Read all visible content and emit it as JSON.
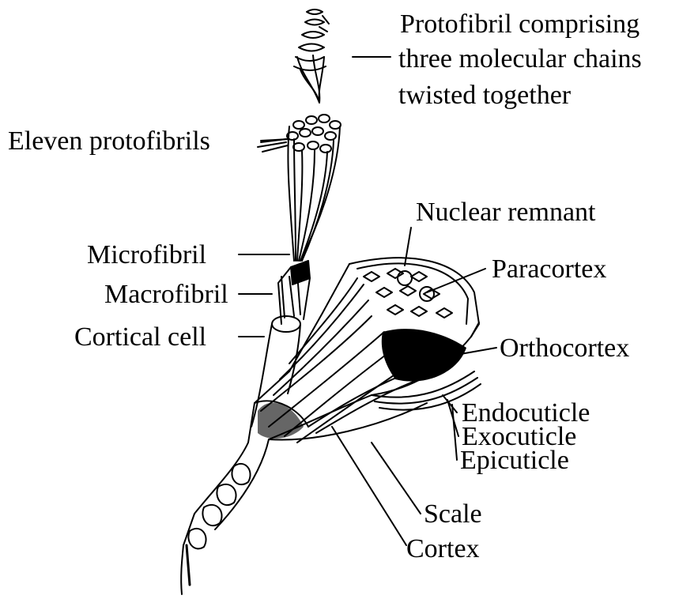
{
  "labels": {
    "protofibril_line1": "Protofibril comprising",
    "protofibril_line2": "three molecular chains",
    "protofibril_line3": "twisted together",
    "eleven_protofibrils": "Eleven protofibrils",
    "nuclear_remnant": "Nuclear remnant",
    "microfibril": "Microfibril",
    "paracortex": "Paracortex",
    "macrofibril": "Macrofibril",
    "cortical_cell": "Cortical cell",
    "orthocortex": "Orthocortex",
    "endocuticle": "Endocuticle",
    "exocuticle": "Exocuticle",
    "epicuticle": "Epicuticle",
    "scale": "Scale",
    "cortex": "Cortex"
  },
  "colors": {
    "ink": "#000000",
    "background": "#ffffff"
  }
}
